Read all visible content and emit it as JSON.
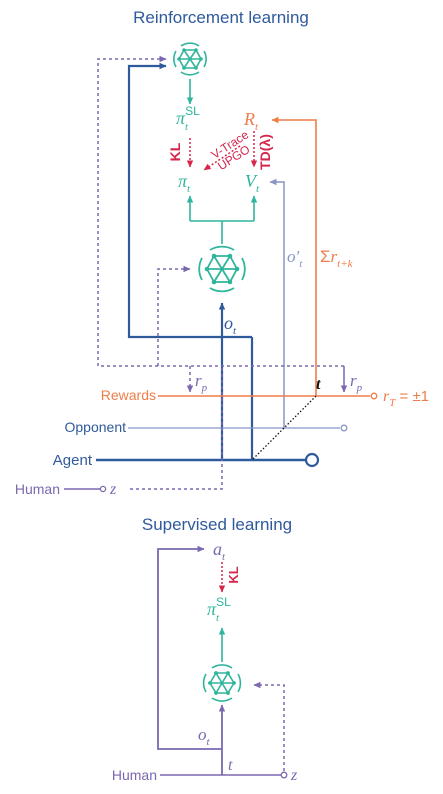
{
  "titles": {
    "reinforcement": "Reinforcement learning",
    "supervised": "Supervised learning"
  },
  "labels": {
    "pi_sl_top": "π",
    "pi_sl_top_sub": "t",
    "pi_sl_top_sup": "SL",
    "kl_top": "KL",
    "vtrace": "V-Trace",
    "upgo": "UPGO",
    "td": "TD(λ)",
    "r_big": "R",
    "r_big_sub": "t",
    "pi": "π",
    "pi_sub": "t",
    "v": "V",
    "v_sub": "t",
    "o_prime": "o′",
    "o_prime_sub": "t",
    "sum_sigma": "Σ",
    "sum_r": "r",
    "sum_sub": "t+k",
    "o_top": "o",
    "o_top_sub": "t",
    "rp_left": "r",
    "rp_left_sub": "p",
    "rp_right": "r",
    "rp_right_sub": "p",
    "t_top": "t",
    "rewards": "Rewards",
    "rT": "r",
    "rT_sub": "T",
    "rT_value": " = ±1",
    "opponent": "Opponent",
    "agent": "Agent",
    "human_top": "Human",
    "z_top": "z",
    "a_t": "a",
    "a_t_sub": "t",
    "kl_bottom": "KL",
    "pi_sl_bottom": "π",
    "pi_sl_bottom_sub": "t",
    "pi_sl_bottom_sup": "SL",
    "o_bottom": "o",
    "o_bottom_sub": "t",
    "t_bottom": "t",
    "human_bottom": "Human",
    "z_bottom": "z"
  },
  "colors": {
    "navy": "#2f5a9c",
    "teal": "#2fb59c",
    "orange": "#ef7d4a",
    "crimson": "#d6264c",
    "purple": "#7b68b0",
    "steel": "#8896c6",
    "black": "#111111"
  },
  "icons": [
    "neural-network-icon",
    "neural-network-icon",
    "neural-network-icon"
  ]
}
